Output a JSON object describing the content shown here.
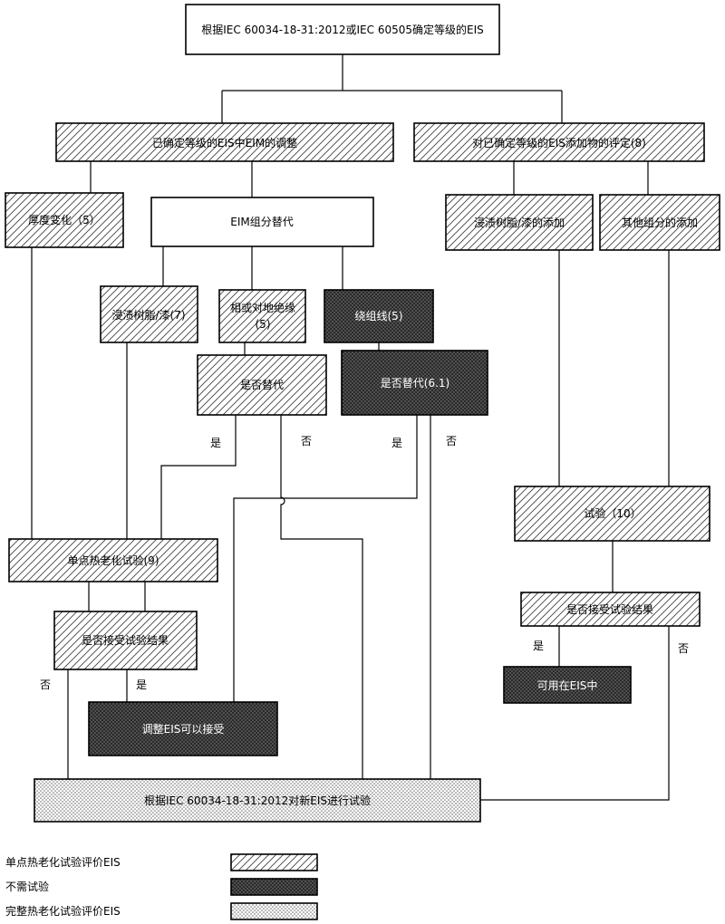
{
  "nodes": {
    "root": "根据IEC 60034-18-31:2012或IEC 60505确定等级的EIS",
    "adjust_eim": "已确定等级的EIS中EIM的调整",
    "eval_additions": "对已确定等级的EIS添加物的评定(8)",
    "thickness_change": "厚度变化（5）",
    "eim_substitution": "EIM组分替代",
    "resin_addition": "浸渍树脂/漆的添加",
    "other_addition": "其他组分的添加",
    "resin_varnish": "浸渍树脂/漆(7)",
    "phase_ground": [
      "相或对地绝缘",
      "(5)"
    ],
    "winding_wire": "绕组线(5)",
    "substitution_q1": "是否替代",
    "substitution_q2": "是否替代(6.1)",
    "test": "试验（10）",
    "single_point_test": "单点热老化试验(9)",
    "accept_q_left": "是否接受试验结果",
    "accept_q_right": "是否接受试验结果",
    "usable": "可用在EIS中",
    "adjusted_ok": "调整EIS可以接受",
    "full_test": "根据IEC 60034-18-31:2012对新EIS进行试验"
  },
  "edge_labels": {
    "yes": "是",
    "no": "否"
  },
  "legend": [
    {
      "label": "单点热老化试验评价EIS",
      "pattern": "hatch"
    },
    {
      "label": "不需试验",
      "pattern": "dark"
    },
    {
      "label": "完整热老化试验评价EIS",
      "pattern": "dots"
    }
  ]
}
